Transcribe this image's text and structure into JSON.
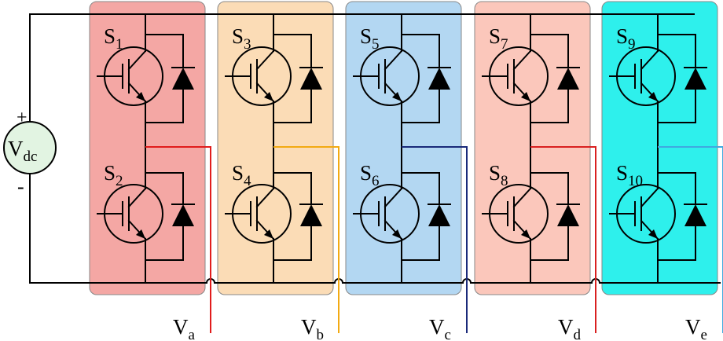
{
  "source": {
    "label": "V",
    "label_sub": "dc",
    "plus": "+",
    "minus": "-",
    "fill": "#e2f4e2"
  },
  "legs": [
    {
      "fill": "#f4a7a4",
      "output_color": "#e11c1c",
      "output_label": "V",
      "output_sub": "a",
      "upper": {
        "label": "S",
        "sub": "1"
      },
      "lower": {
        "label": "S",
        "sub": "2"
      }
    },
    {
      "fill": "#fbdcb6",
      "output_color": "#f2aa13",
      "output_label": "V",
      "output_sub": "b",
      "upper": {
        "label": "S",
        "sub": "3"
      },
      "lower": {
        "label": "S",
        "sub": "4"
      }
    },
    {
      "fill": "#b3d7f2",
      "output_color": "#1a2a7a",
      "output_label": "V",
      "output_sub": "c",
      "upper": {
        "label": "S",
        "sub": "5"
      },
      "lower": {
        "label": "S",
        "sub": "6"
      }
    },
    {
      "fill": "#fbc7bb",
      "output_color": "#d92020",
      "output_label": "V",
      "output_sub": "d",
      "upper": {
        "label": "S",
        "sub": "7"
      },
      "lower": {
        "label": "S",
        "sub": "8"
      }
    },
    {
      "fill": "#2ef0ec",
      "output_color": "#3fa9e0",
      "output_label": "V",
      "output_sub": "e",
      "upper": {
        "label": "S",
        "sub": "9"
      },
      "lower": {
        "label": "S",
        "sub": "10"
      }
    }
  ]
}
